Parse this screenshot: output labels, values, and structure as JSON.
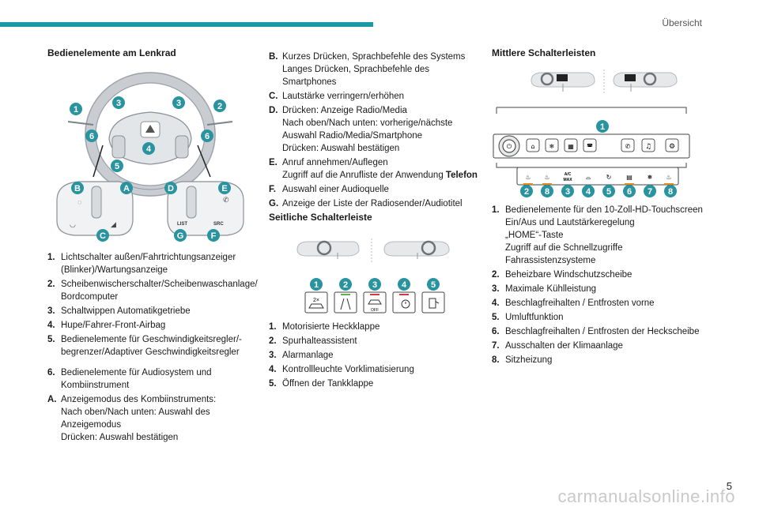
{
  "header": {
    "section": "Übersicht",
    "accent_color": "#1b9aa6",
    "page_number": "5"
  },
  "col1": {
    "title": "Bedienelemente am Lenkrad",
    "diagram_badges": [
      "1",
      "3",
      "3",
      "2",
      "6",
      "6",
      "4",
      "5",
      "B",
      "A",
      "D",
      "E",
      "C",
      "G",
      "F"
    ],
    "diagram_labels": {
      "list": "LIST",
      "src": "SRC"
    },
    "items": [
      {
        "k": "1.",
        "v": "Lichtschalter außen/Fahrtrichtungsanzeiger\n(Blinker)/Wartungsanzeige"
      },
      {
        "k": "2.",
        "v": "Scheibenwischerschalter/Scheibenwaschanlage/\nBordcomputer"
      },
      {
        "k": "3.",
        "v": "Schaltwippen Automatikgetriebe"
      },
      {
        "k": "4.",
        "v": "Hupe/Fahrer-Front-Airbag"
      },
      {
        "k": "5.",
        "v": "Bedienelemente für Geschwindigkeitsregler/-\nbegrenzer/Adaptiver Geschwindigkeitsregler"
      },
      {
        "k": "6.",
        "v": "Bedienelemente für Audiosystem und\nKombiinstrument"
      },
      {
        "k": "A.",
        "v": "Anzeigemodus des Kombiinstruments:\nNach oben/Nach unten: Auswahl des\nAnzeigemodus\nDrücken: Auswahl bestätigen"
      }
    ]
  },
  "col2": {
    "items": [
      {
        "k": "B.",
        "v": "Kurzes Drücken, Sprachbefehle des Systems\nLanges Drücken, Sprachbefehle des\nSmartphones"
      },
      {
        "k": "C.",
        "v": "Lautstärke verringern/erhöhen"
      },
      {
        "k": "D.",
        "v": "Drücken: Anzeige Radio/Media\nNach oben/Nach unten: vorherige/nächste\nAuswahl Radio/Media/Smartphone\nDrücken: Auswahl bestätigen"
      },
      {
        "k": "E.",
        "v": "Anruf annehmen/Auflegen\nZugriff auf die Anrufliste der Anwendung ",
        "bold": "Telefon"
      },
      {
        "k": "F.",
        "v": "Auswahl einer Audioquelle"
      },
      {
        "k": "G.",
        "v": "Anzeige der Liste der Radiosender/Audiotitel"
      }
    ],
    "title2": "Seitliche Schalterleiste",
    "badges": [
      "1",
      "2",
      "3",
      "4",
      "5"
    ],
    "items2": [
      {
        "k": "1.",
        "v": "Motorisierte Heckklappe"
      },
      {
        "k": "2.",
        "v": "Spurhalteassistent"
      },
      {
        "k": "3.",
        "v": "Alarmanlage"
      },
      {
        "k": "4.",
        "v": "Kontrollleuchte Vorklimatisierung"
      },
      {
        "k": "5.",
        "v": "Öffnen der Tankklappe"
      }
    ]
  },
  "col3": {
    "title": "Mittlere Schalterleisten",
    "badges_top": [
      "1"
    ],
    "badges_bottom": [
      "2",
      "8",
      "3",
      "4",
      "5",
      "6",
      "7",
      "8"
    ],
    "labels": {
      "ac_max": "A/C\nMAX",
      "off": "OFF"
    },
    "items": [
      {
        "k": "1.",
        "v": "Bedienelemente für den 10-Zoll-HD-Touchscreen\nEin/Aus und Lautstärkeregelung\n„HOME“-Taste\nZugriff auf die Schnellzugriffe\nFahrassistenzsysteme"
      },
      {
        "k": "2.",
        "v": "Beheizbare Windschutzscheibe"
      },
      {
        "k": "3.",
        "v": "Maximale Kühlleistung"
      },
      {
        "k": "4.",
        "v": "Beschlagfreihalten / Entfrosten vorne"
      },
      {
        "k": "5.",
        "v": "Umluftfunktion"
      },
      {
        "k": "6.",
        "v": "Beschlagfreihalten / Entfrosten der Heckscheibe"
      },
      {
        "k": "7.",
        "v": "Ausschalten der Klimaanlage"
      },
      {
        "k": "8.",
        "v": "Sitzheizung"
      }
    ]
  },
  "footer": {
    "watermark": "carmanualsonline.info"
  }
}
